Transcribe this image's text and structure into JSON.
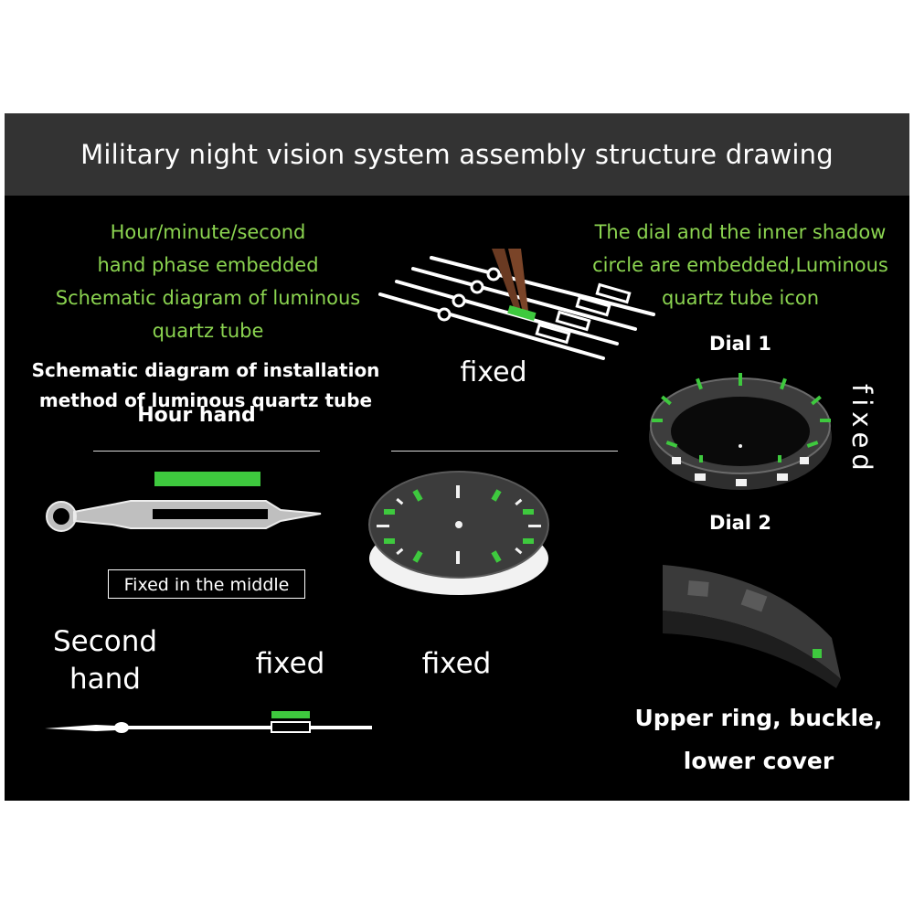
{
  "title": "Military night vision system assembly structure drawing",
  "left_caption": [
    "Hour/minute/second",
    "hand phase embedded",
    "Schematic diagram of luminous",
    "quartz tube"
  ],
  "right_caption": [
    "The dial and the inner shadow",
    "circle  are embedded,Luminous",
    "quartz tube icon"
  ],
  "install_caption": [
    "Schematic diagram of installation",
    "method of luminous quartz tube"
  ],
  "hour_hand_label": "Hour hand",
  "fixed_center_top": "fixed",
  "dial1_label": "Dial 1",
  "fixed_vertical": "fixed",
  "dial2_label": "Dial 2",
  "fixed_in_middle": "Fixed in the middle",
  "second_hand_label": [
    "Second",
    "hand"
  ],
  "fixed_second": "fixed",
  "fixed_dial": "fixed",
  "ring_caption": [
    "Upper ring, buckle,",
    "lower cover"
  ],
  "colors": {
    "luminous_green": "#3ec93e",
    "caption_green": "#8bd450",
    "titlebar": "#333333",
    "background": "#000000"
  }
}
